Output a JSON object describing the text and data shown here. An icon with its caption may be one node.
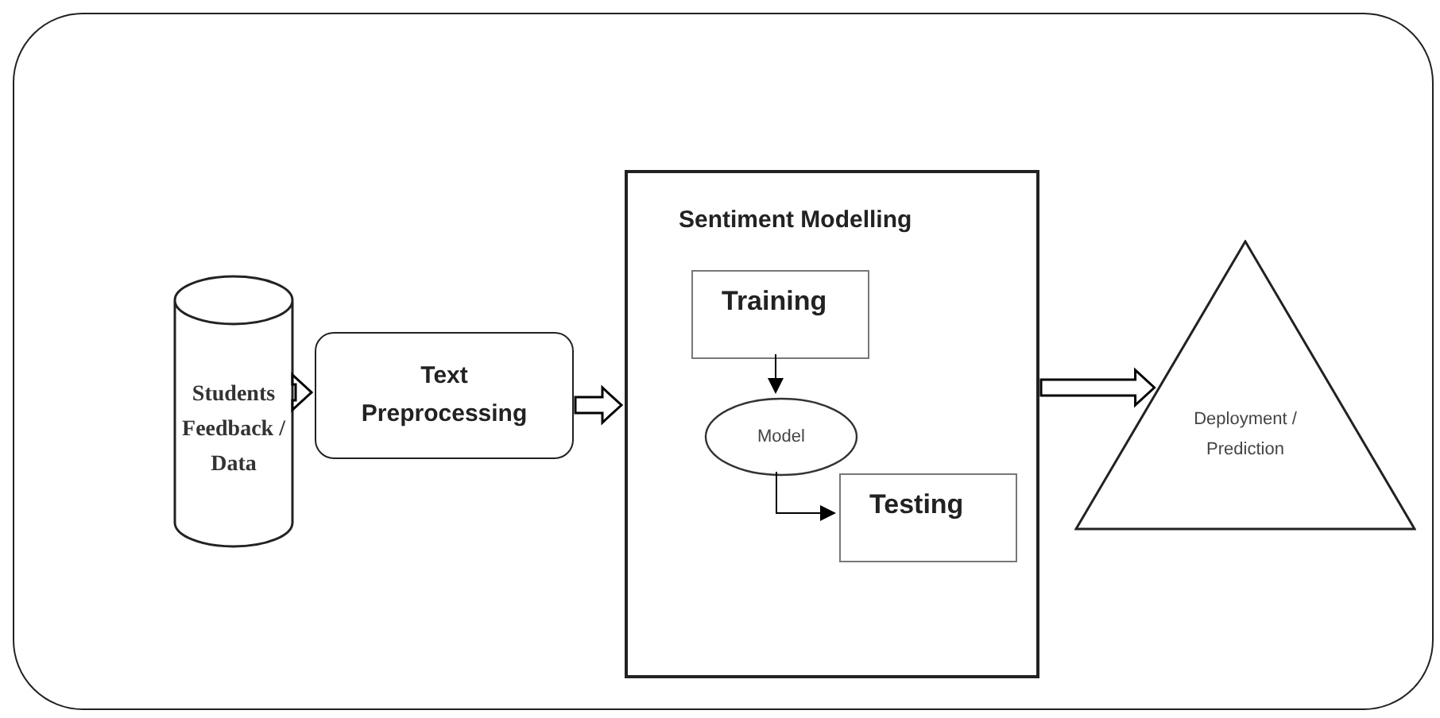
{
  "diagram": {
    "nodes": [
      {
        "text": [],
        "shape": "box"
      },
      {
        "text": [
          "Students Feedback / Data"
        ],
        "in": 0
      },
      {
        "text": [
          "Text Preprocessing"
        ],
        "in": 0
      },
      {
        "text": [
          "Sentiment Modelling"
        ],
        "in": 0
      },
      {
        "text": [
          "Training"
        ],
        "in": 3
      },
      {
        "text": [
          "Model"
        ],
        "in": 3
      },
      {
        "text": [
          "Testing"
        ],
        "in": 3
      },
      {
        "text": [
          "Deployment / Prediction"
        ],
        "in": 0
      }
    ],
    "edges": [
      {
        "from": 1,
        "to": 2,
        "arrow": "to",
        "style": "thick"
      },
      {
        "from": 2,
        "to": 3,
        "arrow": "to",
        "style": "thick"
      },
      {
        "from": 3,
        "to": 7,
        "arrow": "to",
        "style": "thick"
      },
      {
        "from": 4,
        "to": 5,
        "arrow": "to"
      },
      {
        "from": 5,
        "to": 6,
        "arrow": "to"
      }
    ]
  }
}
